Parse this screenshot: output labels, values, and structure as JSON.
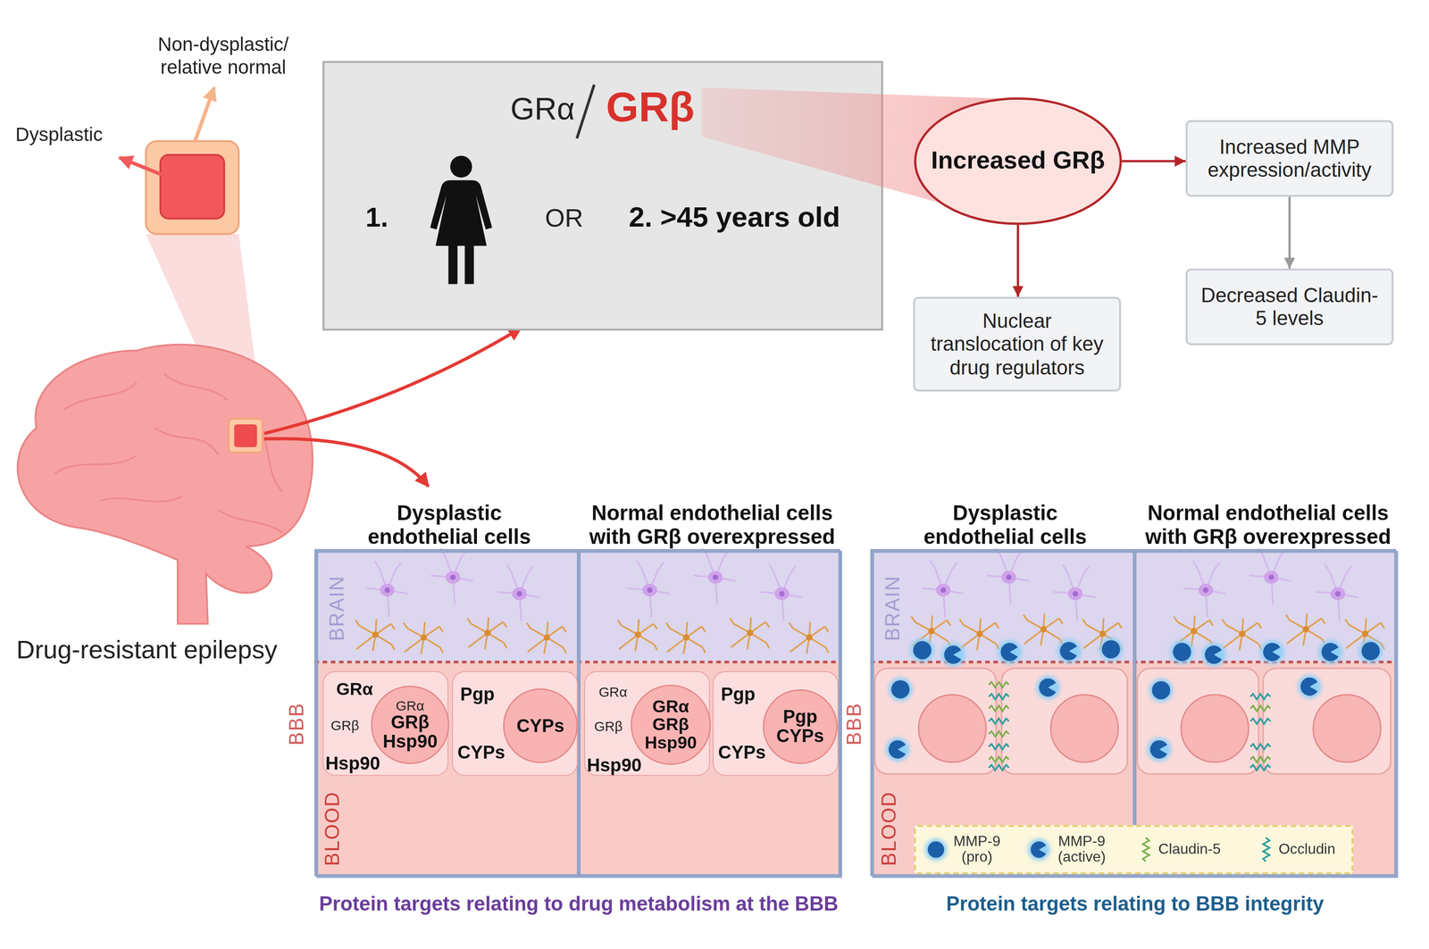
{
  "diagram": {
    "nodes": [
      {
        "text": [
          "GRα",
          "GRβ",
          "1.",
          "OR",
          "2. >45 years old"
        ]
      },
      {
        "text": [
          "Increased GRβ"
        ]
      },
      {
        "text": [
          "Increased MMP expression/activity"
        ]
      },
      {
        "text": [
          "Decreased Claudin-5 levels"
        ]
      },
      {
        "text": [
          "Nuclear translocation of key drug regulators"
        ]
      },
      {
        "text": [
          "Protein targets relating to drug metabolism at the BBB"
        ]
      },
      {
        "text": [
          "Dysplastic endothelial cells"
        ],
        "in": 5
      },
      {
        "text": [
          "GRα",
          "GRβ",
          "Hsp90"
        ],
        "in": 6
      },
      {
        "text": [
          "GRα",
          "GRβ",
          "Hsp90"
        ],
        "in": 7
      },
      {
        "text": [
          "Pgp",
          "CYPs"
        ],
        "in": 6
      },
      {
        "text": [
          "CYPs"
        ],
        "in": 9
      },
      {
        "text": [
          "Normal endothelial cells with GRβ overexpressed"
        ],
        "in": 5
      },
      {
        "text": [
          "GRα",
          "GRβ",
          "Hsp90"
        ],
        "in": 11
      },
      {
        "text": [
          "GRα",
          "GRβ",
          "Hsp90"
        ],
        "in": 12
      },
      {
        "text": [
          "Pgp",
          "CYPs"
        ],
        "in": 11
      },
      {
        "text": [
          "Pgp",
          "CYPs"
        ],
        "in": 14
      },
      {
        "text": [
          "Protein targets relating to BBB integrity"
        ]
      },
      {
        "text": [
          "Dysplastic endothelial cells"
        ],
        "in": 16
      },
      {
        "text": [
          "Normal endothelial cells with GRβ overexpressed"
        ],
        "in": 16
      }
    ],
    "edges": [
      {
        "from": 1,
        "to": 2,
        "arrow": "to"
      },
      {
        "from": 2,
        "to": 3,
        "arrow": "to"
      },
      {
        "from": 1,
        "to": 4,
        "arrow": "to"
      }
    ],
    "labels": [
      "Dysplastic",
      "Non-dysplastic/ relative normal",
      "Drug-resistant epilepsy",
      "BRAIN",
      "BBB",
      "BLOOD",
      "BRAIN",
      "BBB",
      "BLOOD"
    ],
    "legend": [
      {
        "text": "MMP-9 (pro)"
      },
      {
        "text": "MMP-9 (active)"
      },
      {
        "text": "Claudin-5"
      },
      {
        "text": "Occludin"
      }
    ]
  }
}
